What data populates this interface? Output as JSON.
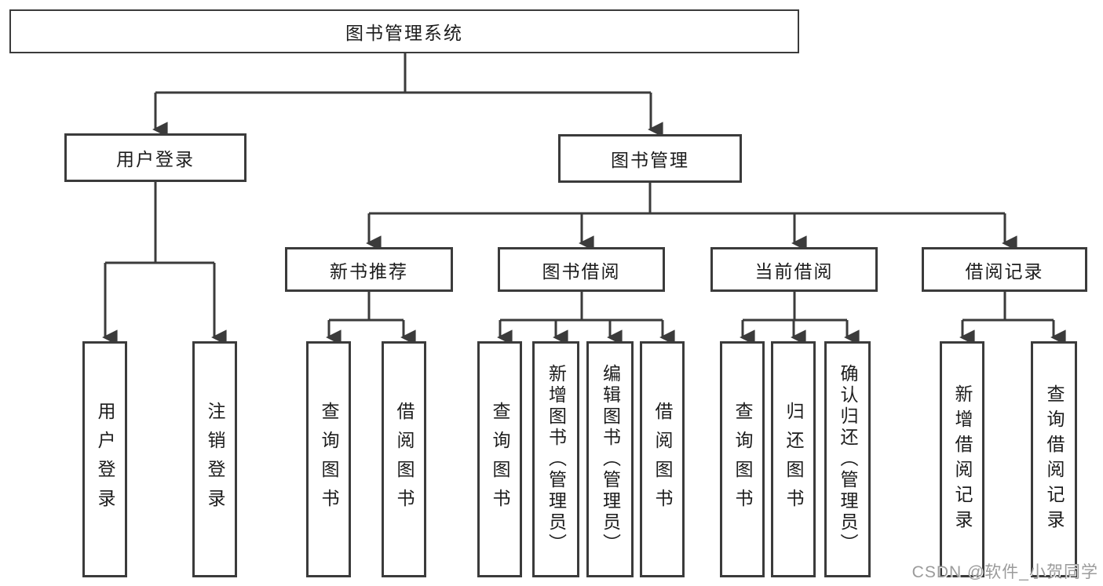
{
  "diagram": {
    "title": "图书管理系统",
    "branches": [
      {
        "label": "用户登录",
        "leaves": [
          "用户登录",
          "注销登录"
        ]
      },
      {
        "label": "图书管理",
        "children": [
          {
            "label": "新书推荐",
            "leaves": [
              "查询图书",
              "借阅图书"
            ]
          },
          {
            "label": "图书借阅",
            "leaves": [
              "查询图书",
              "新增图书（管理员）",
              "编辑图书（管理员）",
              "借阅图书"
            ]
          },
          {
            "label": "当前借阅",
            "leaves": [
              "查询图书",
              "归还图书",
              "确认归还（管理员）"
            ]
          },
          {
            "label": "借阅记录",
            "leaves": [
              "新增借阅记录",
              "查询借阅记录"
            ]
          }
        ]
      }
    ]
  },
  "watermark": "CSDN @软件_小贺同学",
  "colors": {
    "line": "#3b3b3b",
    "box_border": "#3b3b3b",
    "text": "#1c1c1c",
    "watermark": "#9b9b9b",
    "background": "#ffffff"
  }
}
